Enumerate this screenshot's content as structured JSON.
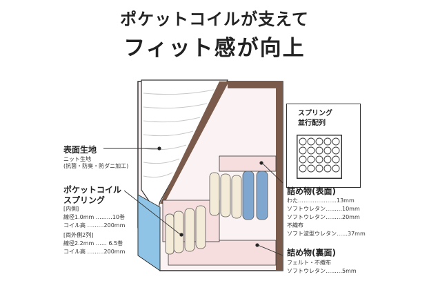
{
  "header": {
    "line1": "ポケットコイルが支えて",
    "line2": "フィット感が向上"
  },
  "legend": {
    "title": "スプリング",
    "subtitle": "並行配列"
  },
  "labels": {
    "surface": {
      "title": "表面生地",
      "line1": "ニット生地",
      "line2": "(抗菌・防臭・防ダニ加工)"
    },
    "pocket_coil": {
      "title1": "ポケットコイル",
      "title2": "スプリング",
      "inner_heading": "[内側]",
      "inner_wire": "線径1.0mm ………10巻",
      "inner_height": "コイル高 ………200mm",
      "outer_heading": "[両外側2列]",
      "outer_wire": "線径2.2mm …… 6.5巻",
      "outer_height": "コイル高 ………200mm"
    },
    "fill_top": {
      "title": "詰め物(表面)",
      "line1": "わた…………………13mm",
      "line2": "ソフトウレタン………10mm",
      "line3": "ソフトウレタン………20mm",
      "line4": "不織布",
      "line5": "ソフト波型ウレタン……37mm"
    },
    "fill_bottom": {
      "title": "詰め物(裏面)",
      "line1": "フェルト・不織布",
      "line2": "ソフトウレタン………5mm"
    }
  },
  "colors": {
    "outer_fabric": "#7a5a4a",
    "inner_pink": "#f6dede",
    "side_blue": "#8fc4e6",
    "coil_cream": "#f3ead8",
    "coil_blue": "#7fa6cf"
  }
}
